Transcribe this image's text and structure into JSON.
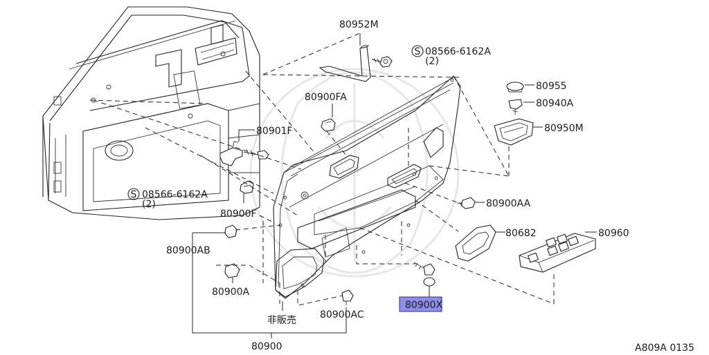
{
  "diagram": {
    "labels": {
      "p80952M": "80952M",
      "s08566_top": "08566-6162A",
      "qty_top": "(2)",
      "p80955": "80955",
      "p80940A": "80940A",
      "p80950M": "80950M",
      "p80900FA": "80900FA",
      "p80901F": "80901F",
      "s08566_left": "08566-6162A",
      "qty_left": "(2)",
      "p80900F": "80900F",
      "p80900AA": "80900AA",
      "p80682": "80682",
      "p80960": "80960",
      "p80900AB": "80900AB",
      "p80900A": "80900A",
      "p80900X": "80900X",
      "not_for_sale": "非販売",
      "p80900AC": "80900AC",
      "p80900": "80900",
      "screw_symbol": "S"
    },
    "highlight_color": "#8e8ee8",
    "figure_code": "A809A 0135"
  }
}
